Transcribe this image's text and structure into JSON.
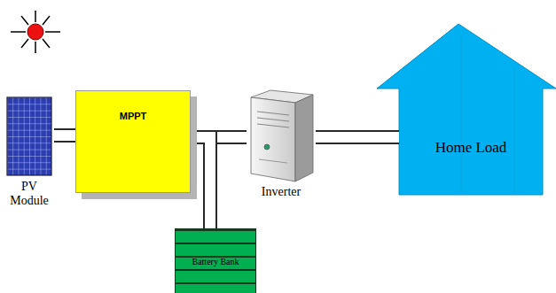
{
  "diagram": {
    "nodes": [
      {
        "text": [
          "PV Module"
        ]
      },
      {
        "text": [
          "MPPT"
        ]
      },
      {
        "text": [
          "Inverter"
        ]
      },
      {
        "text": [
          "Home Load"
        ]
      },
      {
        "text": [
          "Battery Bank"
        ]
      }
    ],
    "edges": [
      {
        "from": 0,
        "to": 1,
        "arrow": "none"
      },
      {
        "from": 1,
        "to": 2,
        "arrow": "none"
      },
      {
        "from": 1,
        "to": 4,
        "arrow": "none"
      },
      {
        "from": 2,
        "to": 3,
        "arrow": "none"
      }
    ]
  }
}
